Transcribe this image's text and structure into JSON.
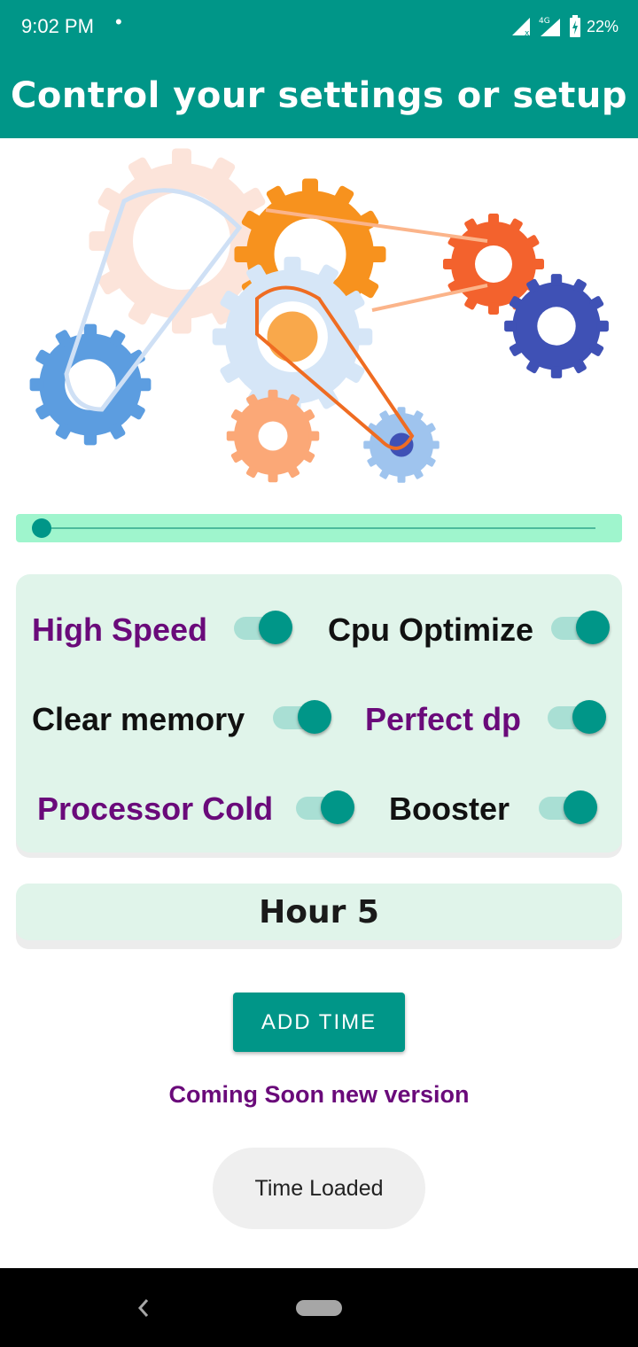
{
  "status_bar": {
    "time": "9:02 PM",
    "dot": "•",
    "network": "4G",
    "battery": "22%",
    "icons": [
      "signal-muted-icon",
      "signal-4g-icon",
      "battery-charging-icon"
    ]
  },
  "app_bar": {
    "title": "Control your settings or setup"
  },
  "illustration": {
    "icon": "gears-illustration"
  },
  "slider": {
    "value_fraction": 0.0
  },
  "options": [
    {
      "label": "High Speed",
      "on": true,
      "color": "#6a0a7a"
    },
    {
      "label": "Cpu Optimize",
      "on": true,
      "color": "#111111"
    },
    {
      "label": "Clear memory",
      "on": true,
      "color": "#111111"
    },
    {
      "label": "Perfect dp",
      "on": true,
      "color": "#6a0a7a"
    },
    {
      "label": "Processor Cold",
      "on": true,
      "color": "#6a0a7a"
    },
    {
      "label": "Booster",
      "on": true,
      "color": "#111111"
    }
  ],
  "hour": {
    "text": "Hour 5"
  },
  "add_time_button": {
    "label": "ADD TIME"
  },
  "coming_soon": {
    "text": "Coming Soon new version"
  },
  "toast": {
    "text": "Time Loaded"
  },
  "nav": {
    "icons": [
      "back-icon",
      "home-pill-icon"
    ]
  },
  "colors": {
    "primary": "#009688",
    "accent_purple": "#6a0a7a",
    "card_bg": "#e0f4ea",
    "slider_bg": "#9ff5cd"
  }
}
